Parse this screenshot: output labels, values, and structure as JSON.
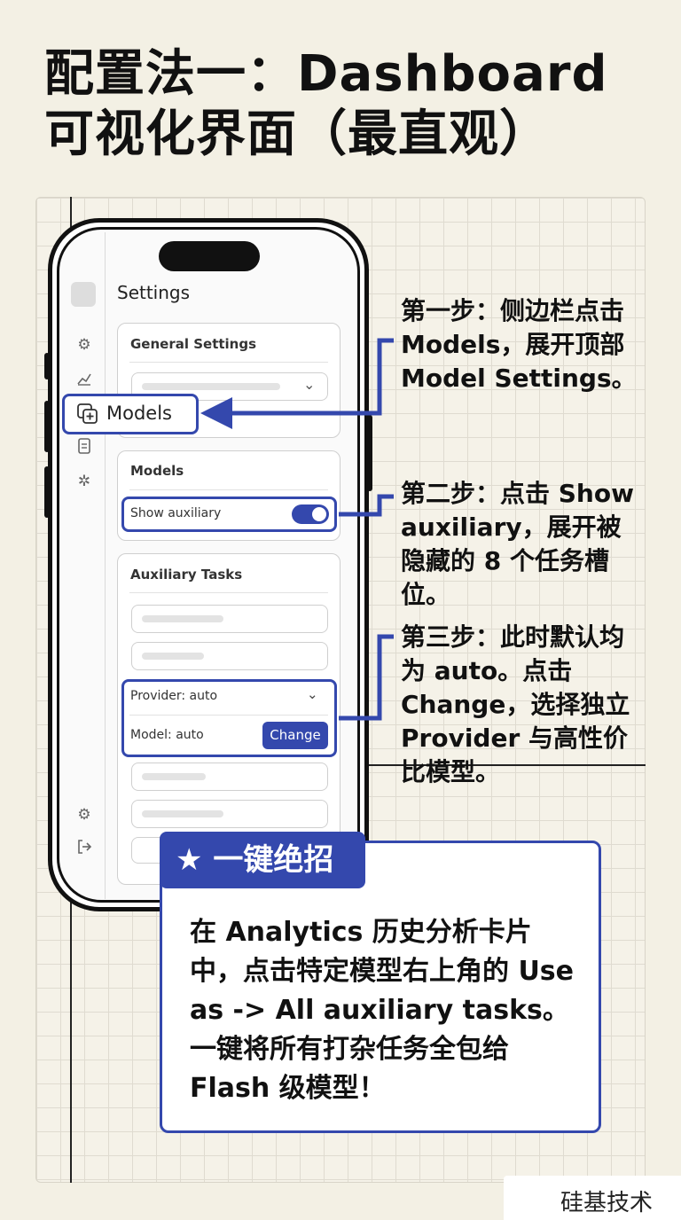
{
  "title": "配置法一：Dashboard 可视化界面（最直观）",
  "phone": {
    "settings_title": "Settings",
    "general_settings": "General Settings",
    "models_nav": "Models",
    "models_card_title": "Models",
    "show_auxiliary": "Show auxiliary",
    "auxiliary_tasks": "Auxiliary Tasks",
    "provider": "Provider: auto",
    "model": "Model: auto",
    "change_button": "Change"
  },
  "steps": [
    "第一步：侧边栏点击 Models，展开顶部 Model Settings。",
    "第二步：点击 Show auxiliary，展开被隐藏的 8 个任务槽位。",
    "第三步：此时默认均为 auto。点击 Change，选择独立 Provider 与高性价比模型。"
  ],
  "tip": {
    "badge": "★ 一键绝招",
    "text": "在 Analytics 历史分析卡片中，点击特定模型右上角的 Use as -> All auxiliary tasks。一键将所有打杂任务全包给 Flash 级模型！"
  },
  "watermark": "硅基技术",
  "colors": {
    "accent": "#3448ad",
    "background": "#f3f0e4"
  },
  "icons": [
    "settings-icon",
    "chart-icon",
    "models-icon",
    "document-icon",
    "puzzle-icon",
    "logout-icon",
    "chevron-down-icon",
    "star-icon"
  ]
}
